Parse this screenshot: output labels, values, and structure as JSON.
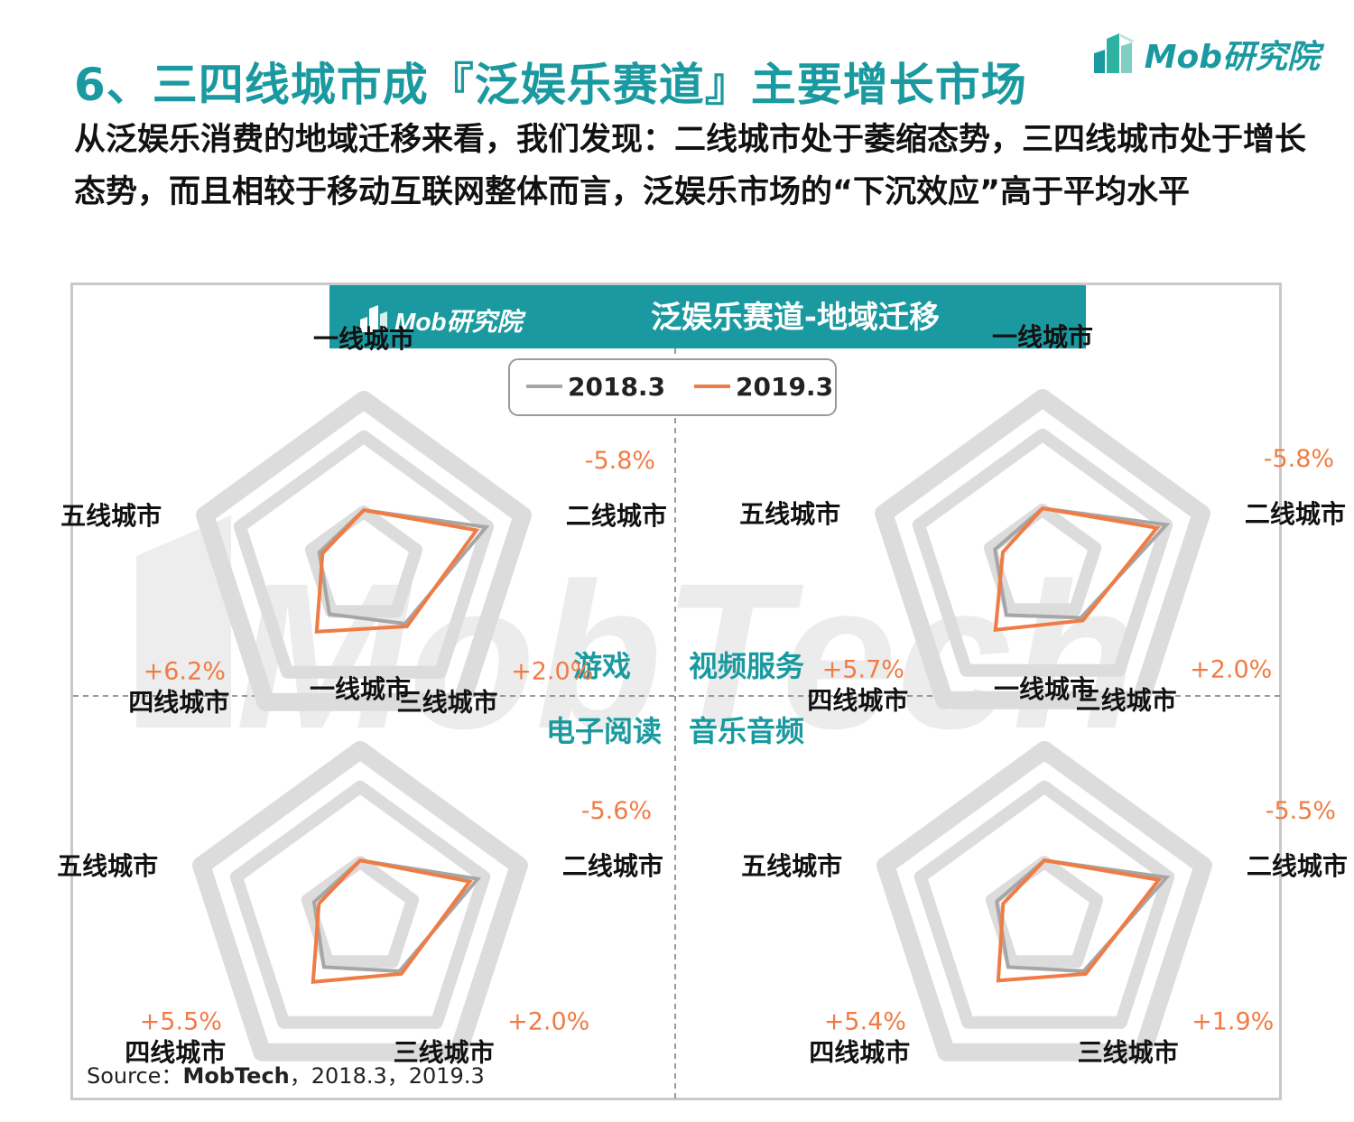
{
  "page": {
    "title": "6、三四线城市成『泛娱乐赛道』主要增长市场",
    "subtitle": "从泛娱乐消费的地域迁移来看，我们发现：二线城市处于萎缩态势，三四线城市处于增长态势，而且相较于移动互联网整体而言，泛娱乐市场的“下沉效应”高于平均水平",
    "brand": "Mob研究院",
    "watermark": "MobTech"
  },
  "chart_header": {
    "logo_text": "Mob研究院",
    "title": "泛娱乐赛道-地域迁移"
  },
  "legend": [
    {
      "name": "2018.3",
      "color": "#a6a6a6"
    },
    {
      "name": "2019.3",
      "color": "#f07c45"
    }
  ],
  "colors": {
    "accent": "#1a9aa0",
    "series_2018": "#a6a6a6",
    "series_2019": "#f07c45",
    "grid": "#dcdcdc"
  },
  "chart_data": [
    {
      "type": "radar",
      "quadrant": "top-left",
      "category_label": "游戏",
      "axes": [
        "一线城市",
        "二线城市",
        "三线城市",
        "四线城市",
        "五线城市"
      ],
      "series": [
        {
          "name": "2018.3",
          "values": [
            0.34,
            0.77,
            0.42,
            0.35,
            0.28
          ]
        },
        {
          "name": "2019.3",
          "values": [
            0.34,
            0.71,
            0.44,
            0.48,
            0.26
          ]
        }
      ],
      "annotations": {
        "二线城市": "-5.8%",
        "三线城市": "+2.0%",
        "四线城市": "+6.2%"
      }
    },
    {
      "type": "radar",
      "quadrant": "top-right",
      "category_label": "视频服务",
      "axes": [
        "一线城市",
        "二线城市",
        "三线城市",
        "四线城市",
        "五线城市"
      ],
      "series": [
        {
          "name": "2018.3",
          "values": [
            0.34,
            0.78,
            0.39,
            0.37,
            0.3
          ]
        },
        {
          "name": "2019.3",
          "values": [
            0.34,
            0.72,
            0.41,
            0.48,
            0.25
          ]
        }
      ],
      "annotations": {
        "二线城市": "-5.8%",
        "三线城市": "+2.0%",
        "四线城市": "+5.7%"
      }
    },
    {
      "type": "radar",
      "quadrant": "bottom-left",
      "category_label": "电子阅读",
      "axes": [
        "一线城市",
        "二线城市",
        "三线城市",
        "四线城市",
        "五线城市"
      ],
      "series": [
        {
          "name": "2018.3",
          "values": [
            0.34,
            0.74,
            0.4,
            0.37,
            0.29
          ]
        },
        {
          "name": "2019.3",
          "values": [
            0.34,
            0.69,
            0.42,
            0.48,
            0.26
          ]
        }
      ],
      "annotations": {
        "二线城市": "-5.6%",
        "三线城市": "+2.0%",
        "四线城市": "+5.5%"
      }
    },
    {
      "type": "radar",
      "quadrant": "bottom-right",
      "category_label": "音乐音频",
      "axes": [
        "一线城市",
        "二线城市",
        "三线城市",
        "四线城市",
        "五线城市"
      ],
      "series": [
        {
          "name": "2018.3",
          "values": [
            0.34,
            0.77,
            0.4,
            0.37,
            0.3
          ]
        },
        {
          "name": "2019.3",
          "values": [
            0.34,
            0.72,
            0.42,
            0.47,
            0.26
          ]
        }
      ],
      "annotations": {
        "二线城市": "-5.5%",
        "三线城市": "+1.9%",
        "四线城市": "+5.4%"
      }
    }
  ],
  "source": {
    "prefix": "Source：",
    "name": "MobTech",
    "suffix": "，2018.3，2019.3"
  }
}
